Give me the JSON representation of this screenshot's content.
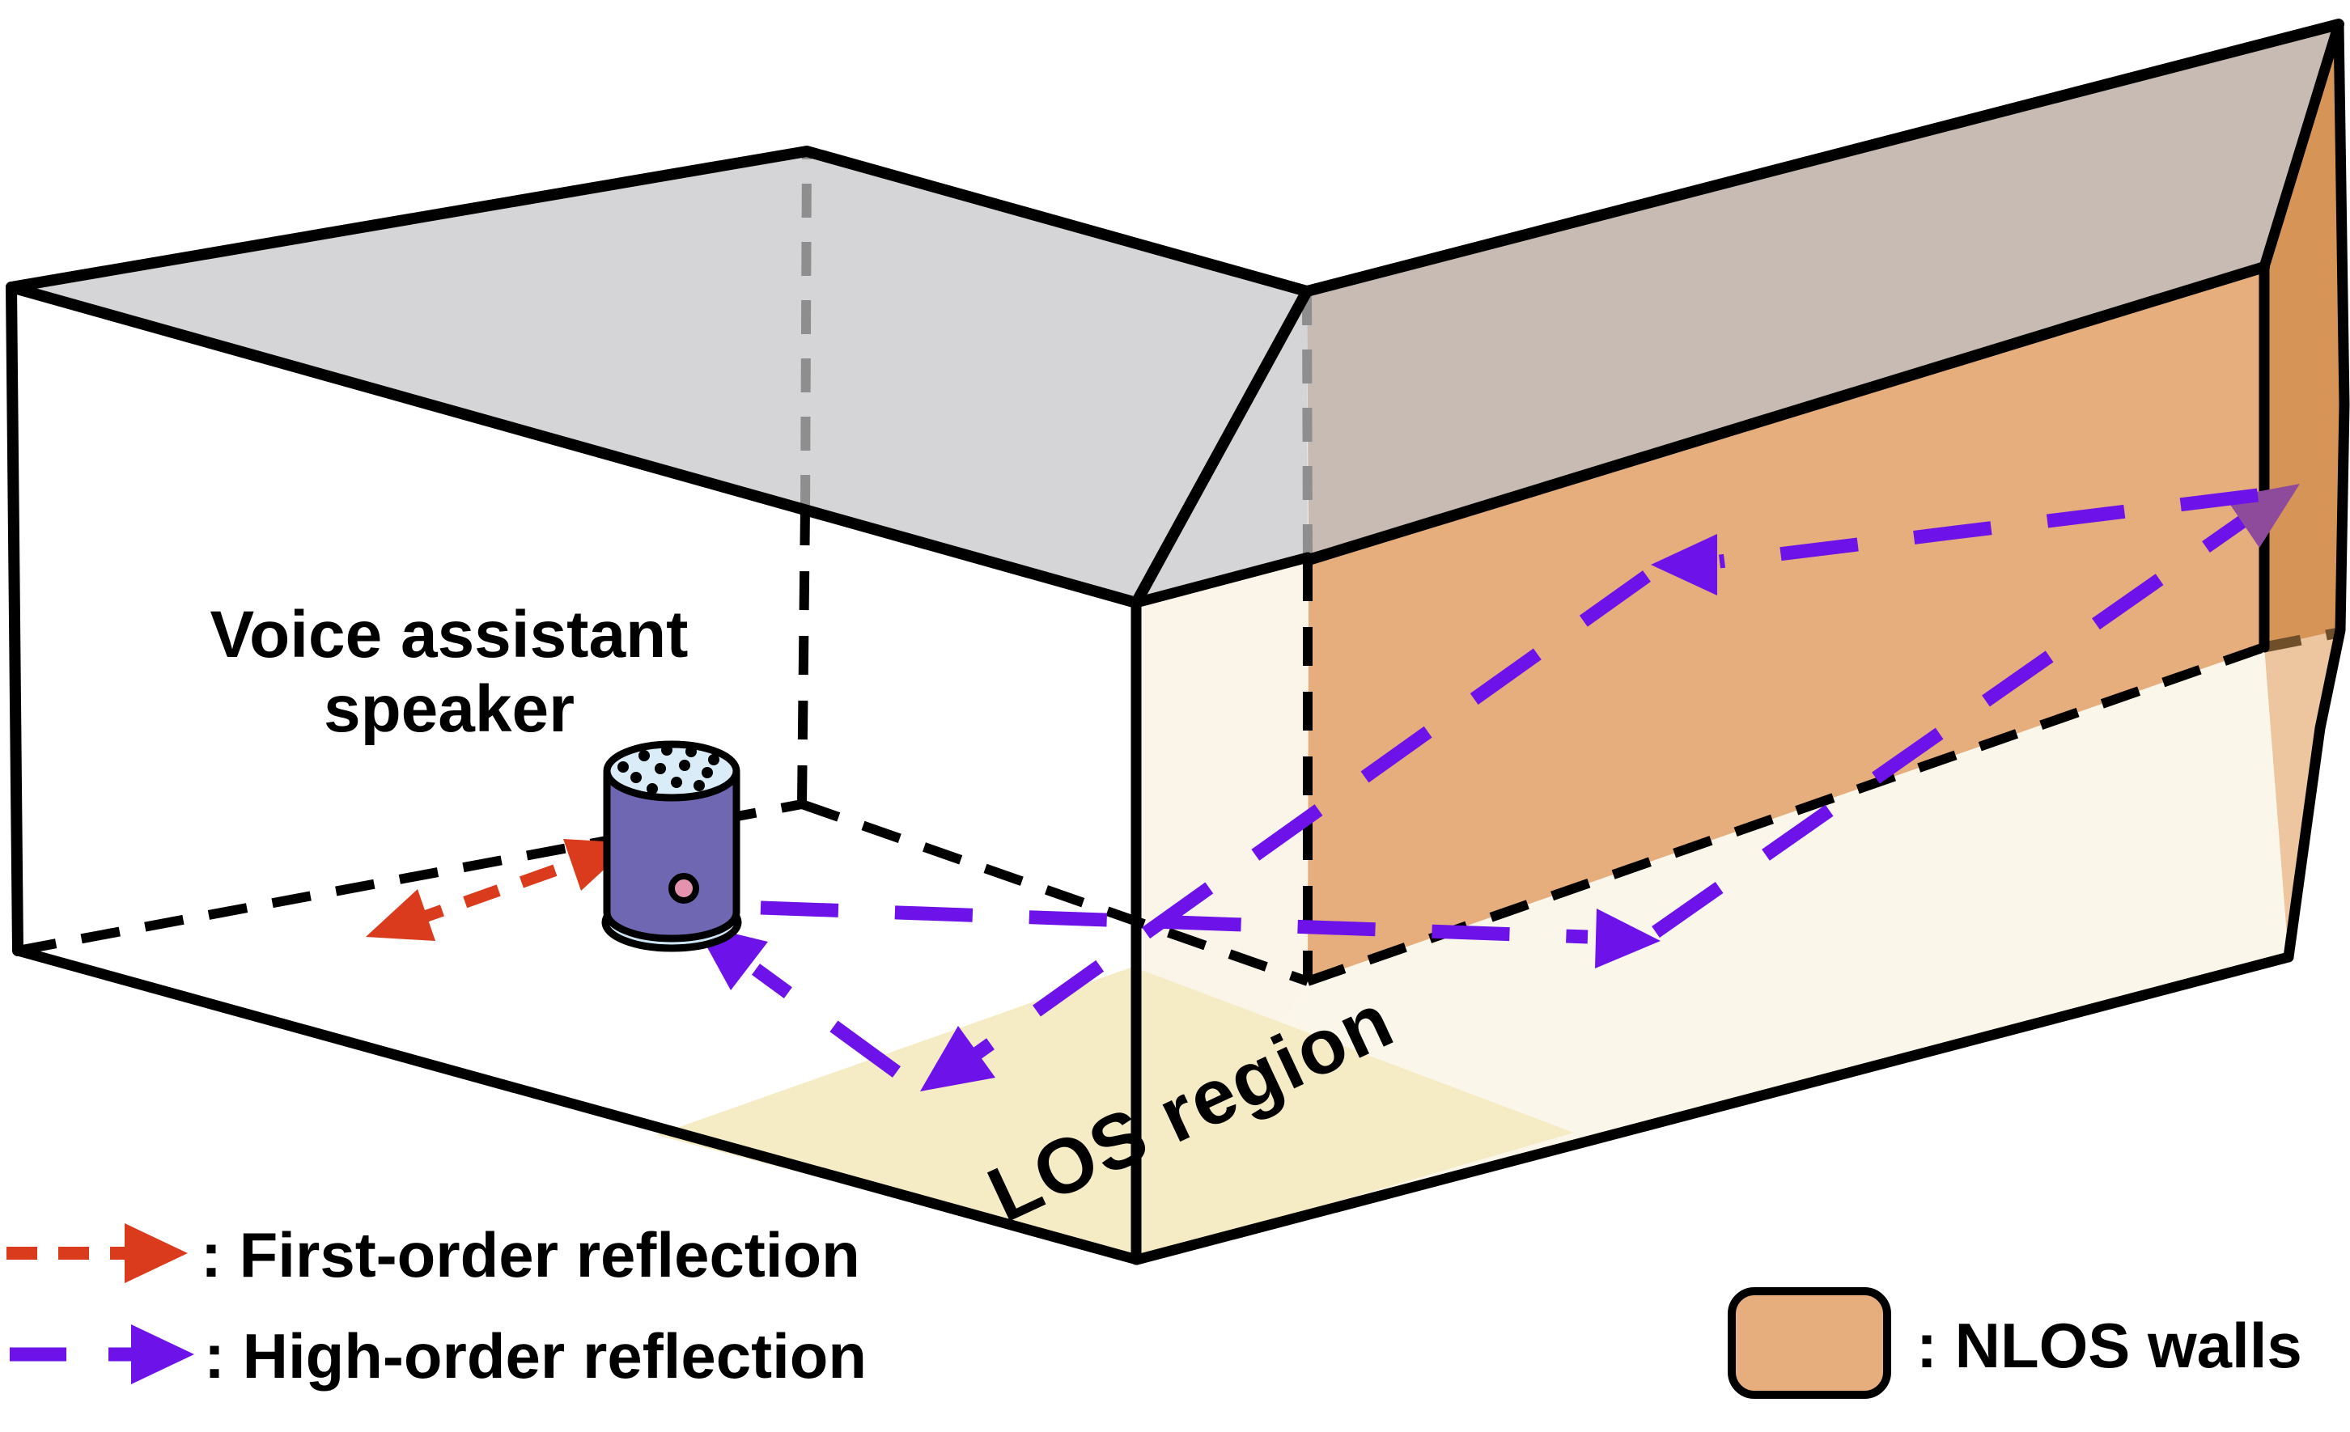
{
  "figure": {
    "speaker_label": {
      "line1": "Voice assistant",
      "line2": "speaker"
    },
    "los_label": "LOS region"
  },
  "legend": {
    "first_order": ": First-order reflection",
    "high_order": ": High-order reflection",
    "nlos": ": NLOS walls"
  },
  "colors": {
    "ceiling_left": "#D5D5D7",
    "ceiling_right": "#C8BBB3",
    "nlos_wall": "#E6AE7D",
    "side_wall": "#D79457",
    "side_wall_lower": "#EDC59E",
    "floor_right": "#FBF6EA",
    "divider_wall": "#FBF5E9",
    "los_region": "#F5ECC5",
    "first_order": "#D93B1C",
    "high_order": "#6D12E8",
    "high_order_dark": "#8E4B9B",
    "hidden_edge": "#8E8E8E",
    "floor_dash_brown": "#6F4F2A",
    "speaker_body": "#6F67B1",
    "speaker_top": "#DAECF8",
    "speaker_base": "#CCE4F4",
    "speaker_button": "#E393AE"
  }
}
